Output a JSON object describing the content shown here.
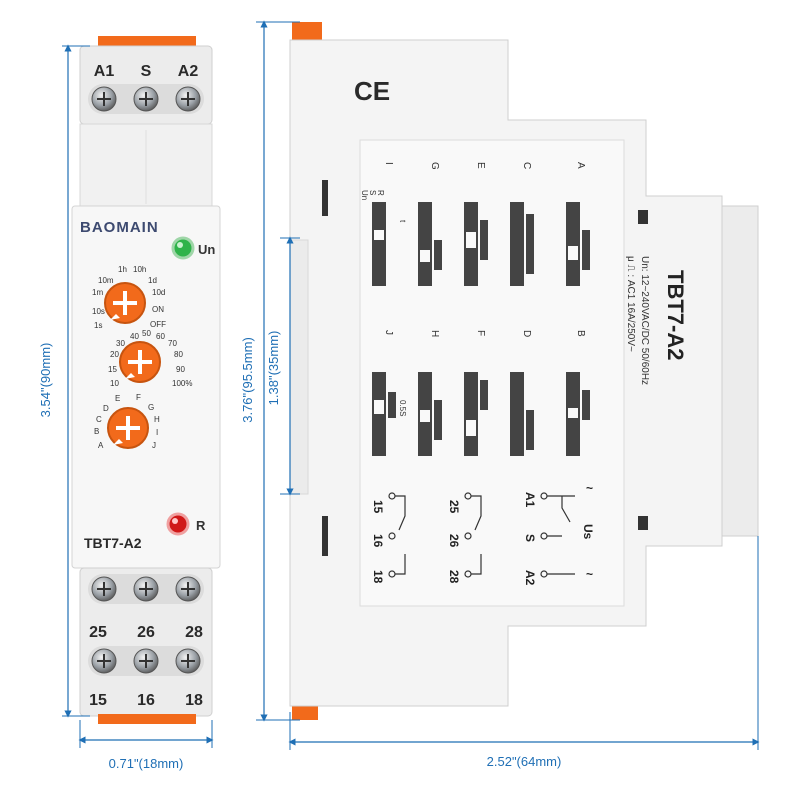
{
  "front_module": {
    "top_terminals": [
      "A1",
      "S",
      "A2"
    ],
    "brand": "BAOMAIN",
    "led_power_label": "Un",
    "led_relay_label": "R",
    "model": "TBT7-A2",
    "knob_time_labels": [
      "1h",
      "10h",
      "10m",
      "1d",
      "1m",
      "10d",
      "10s",
      "ON",
      "1s",
      "OFF"
    ],
    "knob_percent_labels": [
      "40",
      "50",
      "60",
      "30",
      "70",
      "20",
      "80",
      "15",
      "90",
      "10",
      "100%"
    ],
    "knob_function_labels": [
      "E",
      "F",
      "D",
      "G",
      "C",
      "H",
      "B",
      "I",
      "A",
      "J"
    ],
    "bottom_terminals_row1": [
      "25",
      "26",
      "28"
    ],
    "bottom_terminals_row2": [
      "15",
      "16",
      "18"
    ]
  },
  "side_panel": {
    "model": "TBT7-A2",
    "spec_line1": "Un: 12~240VAC/DC  50/60Hz",
    "spec_line2": "μ ⎍ : AC1  16A/250V~",
    "ce_mark": "CE",
    "diagram_top_letters": [
      "I",
      "G",
      "E",
      "C",
      "A"
    ],
    "diagram_bottom_letters": [
      "J",
      "H",
      "F",
      "D",
      "B"
    ],
    "wiring_terminals": [
      "15",
      "16",
      "18",
      "25",
      "26",
      "28",
      "A1",
      "S",
      "A2"
    ],
    "wiring_us": "Us",
    "wiring_tilde": "~",
    "diagram_row_labels": [
      "Un",
      "S",
      "R"
    ],
    "diagram_small": [
      "t",
      "0.5S"
    ]
  },
  "dimensions": {
    "front_height": "3.54\"(90mm)",
    "front_width": "0.71\"(18mm)",
    "side_height": "3.76\"(95.5mm)",
    "rail_height": "1.38\"(35mm)",
    "side_width": "2.52\"(64mm)"
  },
  "colors": {
    "orange": "#f26a1b",
    "dimension_line": "#1f6fb5",
    "green_led": "#2fb34a",
    "red_led": "#d01818"
  }
}
